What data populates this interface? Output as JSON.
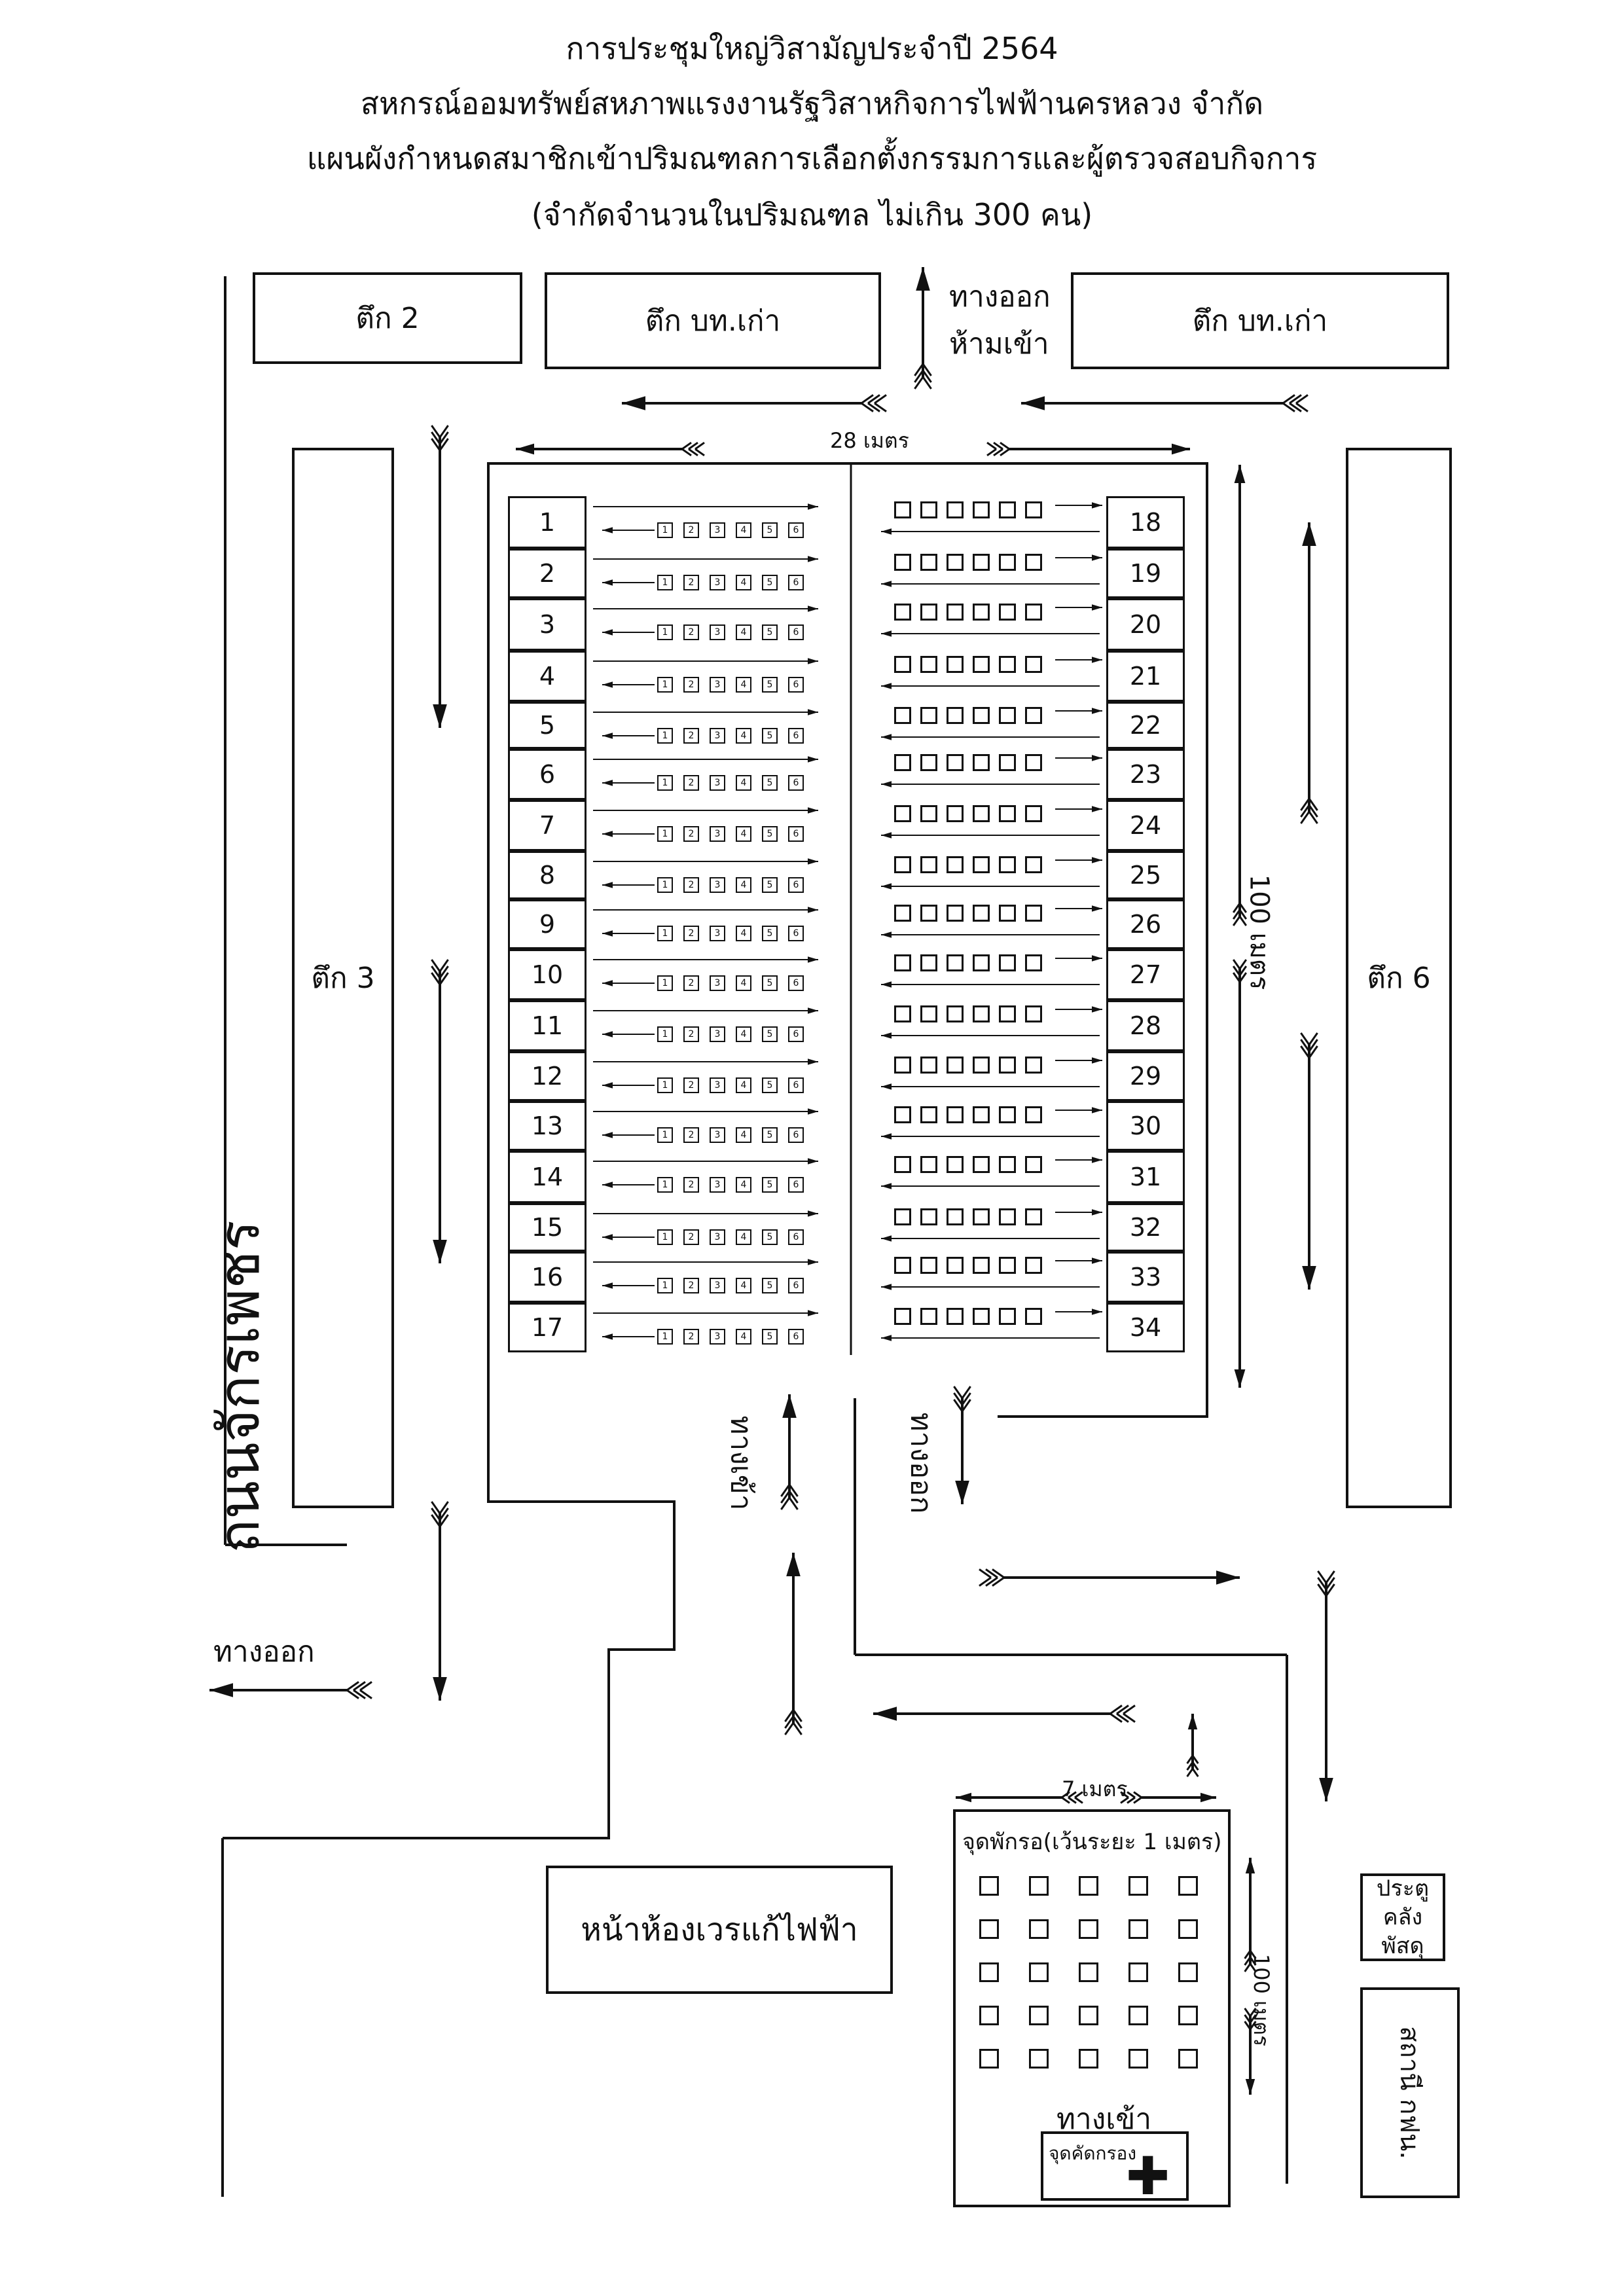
{
  "titles": [
    "การประชุมใหญ่วิสามัญประจำปี 2564",
    "สหกรณ์ออมทรัพย์สหภาพแรงงานรัฐวิสาหกิจการไฟฟ้านครหลวง จำกัด",
    "แผนผังกำหนดสมาชิกเข้าปริมณฑลการเลือกตั้งกรรมการและผู้ตรวจสอบกิจการ",
    "(จำกัดจำนวนในปริมณฑล ไม่เกิน 300 คน)"
  ],
  "buildings": {
    "b2": "ตึก 2",
    "old_left": "ตึก บท.เก่า",
    "old_right": "ตึก บท.เก่า",
    "b3": "ตึก 3",
    "b6": "ตึก 6",
    "repair_room": "หน้าห้องเวรแก้ไฟฟ้า",
    "warehouse_gate": "ประตู\nคลังพัสดุ",
    "station": "สถานี กฟน."
  },
  "labels": {
    "exit_no_entry_1": "ทางออก",
    "exit_no_entry_2": "ห้ามเข้า",
    "width_28": "28 เมตร",
    "length_100": "100 เมตร",
    "entrance_main": "ทางเข้า",
    "exit_main": "ทางออก",
    "exit_left": "ทางออก",
    "road": "ถนนจักรเพชร",
    "width_7": "7 เมตร",
    "length_100_b": "100 เมตร",
    "rest_point": "จุดพักรอ(เว้นระยะ 1 เมตร)",
    "entrance_rest": "ทางเข้า",
    "screening": "จุดคัดกรอง"
  },
  "booths_left": [
    "1",
    "2",
    "3",
    "4",
    "5",
    "6",
    "7",
    "8",
    "9",
    "10",
    "11",
    "12",
    "13",
    "14",
    "15",
    "16",
    "17"
  ],
  "booths_right": [
    "18",
    "19",
    "20",
    "21",
    "22",
    "23",
    "24",
    "25",
    "26",
    "27",
    "28",
    "29",
    "30",
    "31",
    "32",
    "33",
    "34"
  ],
  "queue_numbers": [
    "1",
    "2",
    "3",
    "4",
    "5",
    "6"
  ],
  "colors": {
    "ink": "#111111",
    "paper": "#ffffff"
  }
}
